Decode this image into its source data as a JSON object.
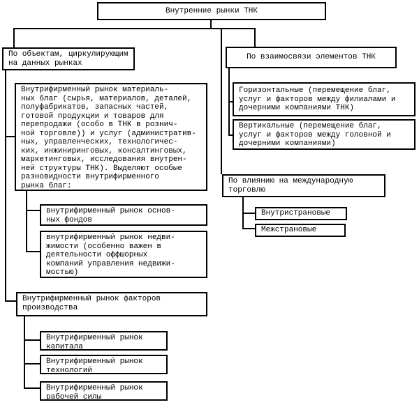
{
  "title": "Внутренние рынки ТНК",
  "left": {
    "header": "По объектам, циркулирующим\nна данных рынках",
    "material_goods": "Внутрифирменный рынок материаль-\nных благ (сырья, материалов, деталей,\nполуфабрикатов, запасных частей,\nготовой продукции и товаров для\nперепродажи (особо в ТНК в рознич-\nной торговле)) и услуг (административ-\nных, управленческих, технологичес-\nких, инжиниринговых, консалтинговых,\nмаркетинговых, исследования внутрен-\nней структуры ТНК). Выделяют особые\nразновидности внутрифирменного\nрынка благ:",
    "goods_varieties": [
      "внутрифирменный рынок основ-\nных фондов",
      "внутрифирменный рынок недви-\nжимости (особенно важен в\nдеятельности оффшорных\nкомпаний управления недвижи-\nмостью)"
    ],
    "factors": "Внутрифирменный рынок факторов\nпроизводства",
    "factor_markets": [
      "Внутрифирменный рынок\nкапитала",
      "Внутрифирменный рынок\nтехнологий",
      "Внутрифирменный рынок\nрабочей силы"
    ]
  },
  "right": {
    "header": "По взаимосвязи элементов ТНК",
    "types": [
      "Горизонтальные (перемещение благ,\nуслуг и факторов между филиалами и\nдочерними компаниями ТНК)",
      "Вертикальные (перемещение благ,\nуслуг и факторов между головной и\nдочерними компаниями)"
    ],
    "influence_header": "По влиянию на международную\nторговлю",
    "influence_types": [
      "Внутристрановые",
      "Межстрановые"
    ]
  }
}
